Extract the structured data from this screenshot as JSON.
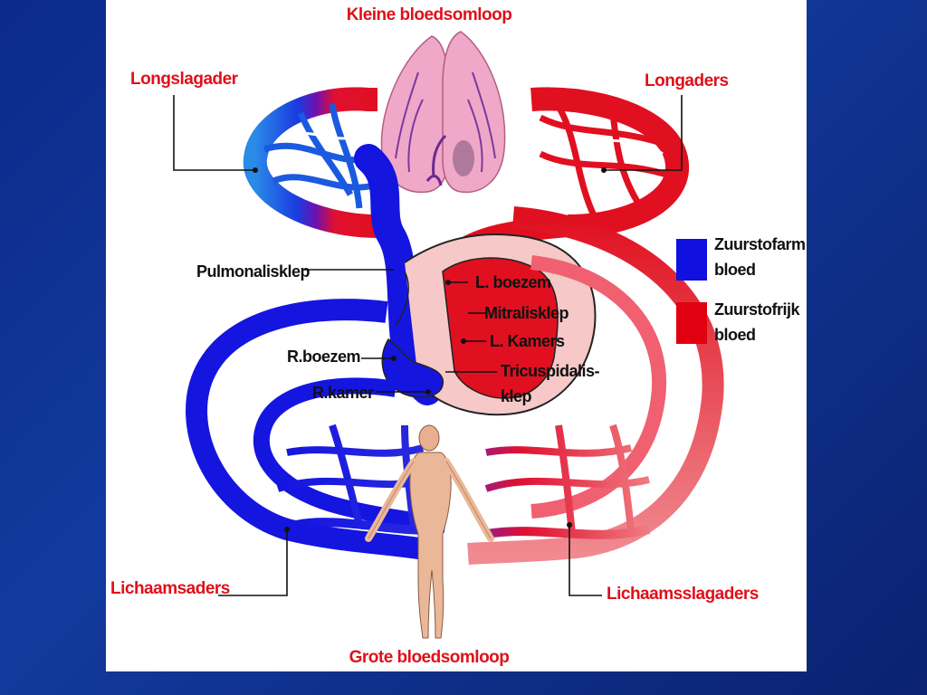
{
  "titles": {
    "top": "Kleine bloedsomloop",
    "bottom": "Grote bloedsomloop"
  },
  "vessels": {
    "pulmonary_artery": "Longslagader",
    "pulmonary_veins": "Longaders",
    "body_veins": "Lichaamsaders",
    "body_arteries": "Lichaamsslagaders"
  },
  "heart": {
    "pulmonary_valve": "Pulmonalisklep",
    "left_atrium": "L. boezem",
    "mitral_valve": "Mitralisklep",
    "left_ventricle": "L. Kamers",
    "right_atrium": "R.boezem",
    "right_ventricle": "R.kamer",
    "tricuspid_line1": "Tricuspidalis-",
    "tricuspid_line2": "klep"
  },
  "legend": {
    "deoxygenated_line1": "Zuurstofarm",
    "deoxygenated_line2": "bloed",
    "oxygenated_line1": "Zuurstofrijk",
    "oxygenated_line2": "bloed"
  },
  "colors": {
    "deoxygenated": "#1010e0",
    "oxygenated": "#e00010",
    "label_red": "#e0101a",
    "lung_pink": "#f0a8c8",
    "background_blue": "#123a9e"
  }
}
